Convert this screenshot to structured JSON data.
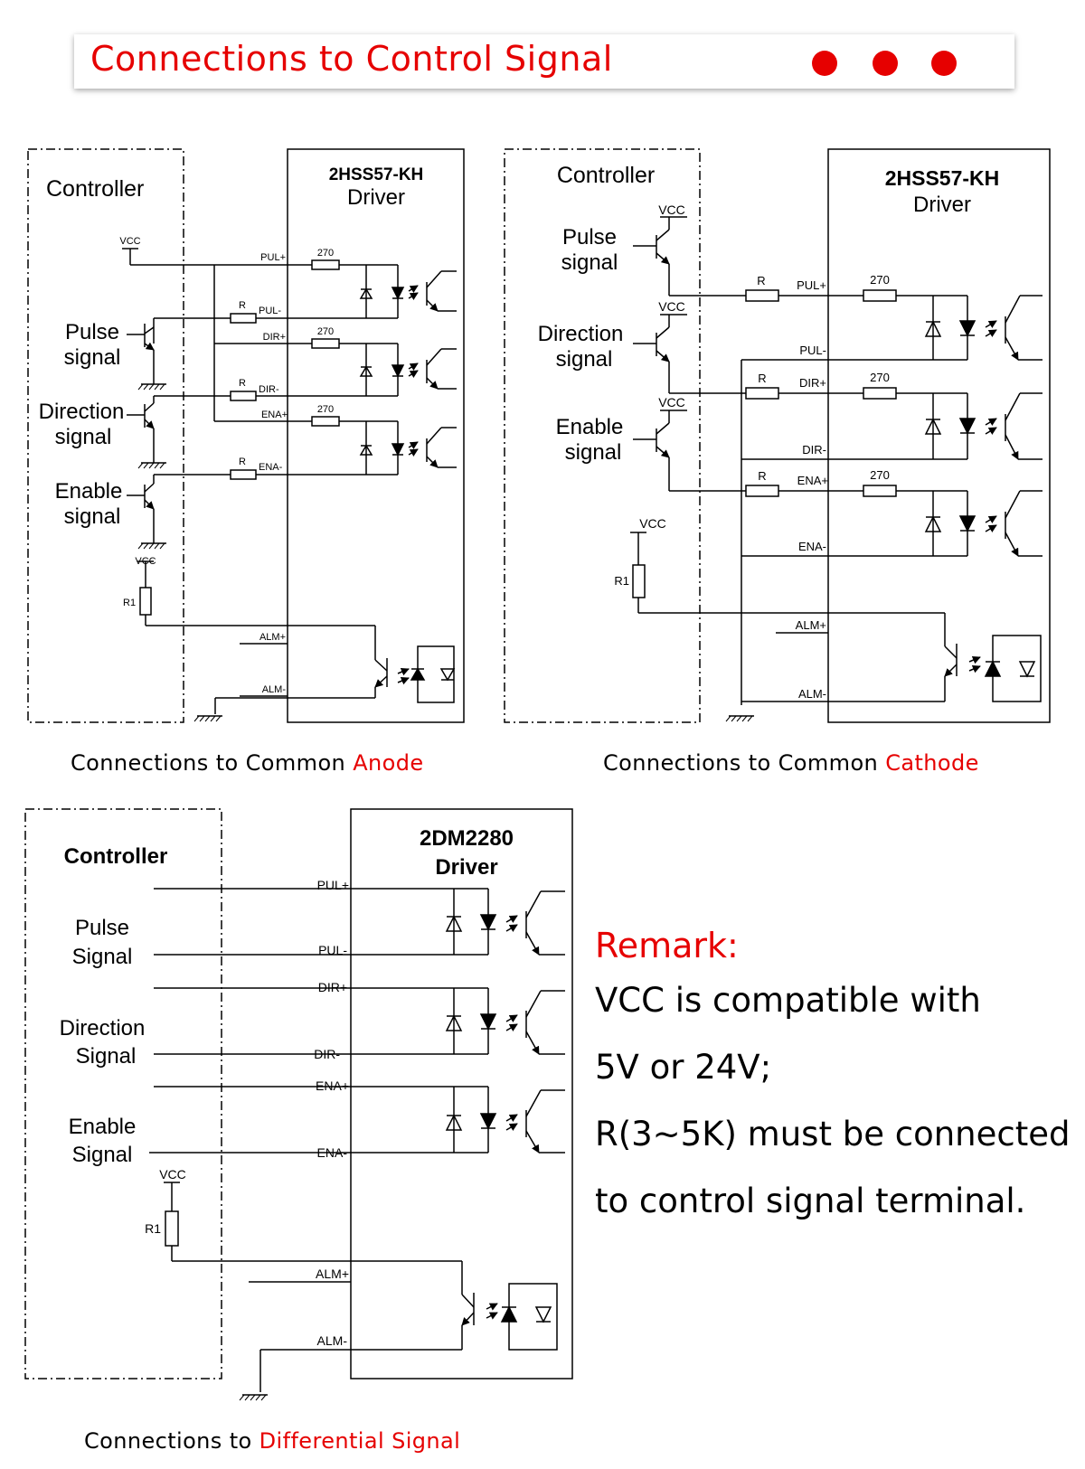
{
  "header": {
    "title": "Connections to Control Signal"
  },
  "anode": {
    "controller": "Controller",
    "driver_model": "2HSS57-KH",
    "driver": "Driver",
    "pulse": [
      "Pulse",
      "signal"
    ],
    "direction": [
      "Direction",
      "signal"
    ],
    "enable": [
      "Enable",
      "signal"
    ],
    "vcc": "VCC",
    "r1": "R1",
    "r": "R",
    "res": "270",
    "pins": {
      "pul_p": "PUL+",
      "pul_n": "PUL-",
      "dir_p": "DIR+",
      "dir_n": "DIR-",
      "ena_p": "ENA+",
      "ena_n": "ENA-",
      "alm_p": "ALM+",
      "alm_n": "ALM-"
    },
    "caption_prefix": "Connections to Common ",
    "caption_highlight": "Anode"
  },
  "cathode": {
    "controller": "Controller",
    "driver_model": "2HSS57-KH",
    "driver": "Driver",
    "pulse": [
      "Pulse",
      "signal"
    ],
    "direction": [
      "Direction",
      "signal"
    ],
    "enable": [
      "Enable",
      "signal"
    ],
    "vcc": "VCC",
    "r1": "R1",
    "r": "R",
    "res": "270",
    "pins": {
      "pul_p": "PUL+",
      "pul_n": "PUL-",
      "dir_p": "DIR+",
      "dir_n": "DIR-",
      "ena_p": "ENA+",
      "ena_n": "ENA-",
      "alm_p": "ALM+",
      "alm_n": "ALM-"
    },
    "caption_prefix": "Connections to Common ",
    "caption_highlight": "Cathode"
  },
  "differential": {
    "controller": "Controller",
    "driver_model": "2DM2280",
    "driver": "Driver",
    "pulse": [
      "Pulse",
      "Signal"
    ],
    "direction": [
      "Direction",
      "Signal"
    ],
    "enable": [
      "Enable",
      "Signal"
    ],
    "vcc": "VCC",
    "r1": "R1",
    "pins": {
      "pul_p": "PUL+",
      "pul_n": "PUL-",
      "dir_p": "DIR+",
      "dir_n": "DIR-",
      "ena_p": "ENA+",
      "ena_n": "ENA-",
      "alm_p": "ALM+",
      "alm_n": "ALM-"
    },
    "caption_prefix": "Connections to ",
    "caption_highlight": "Differential Signal"
  },
  "remark": {
    "title": "Remark:",
    "lines": [
      "VCC is compatible with",
      "5V or 24V;",
      "R(3~5K) must be connected",
      "to control signal terminal."
    ]
  },
  "colors": {
    "accent": "#e60000",
    "line": "#000000"
  }
}
